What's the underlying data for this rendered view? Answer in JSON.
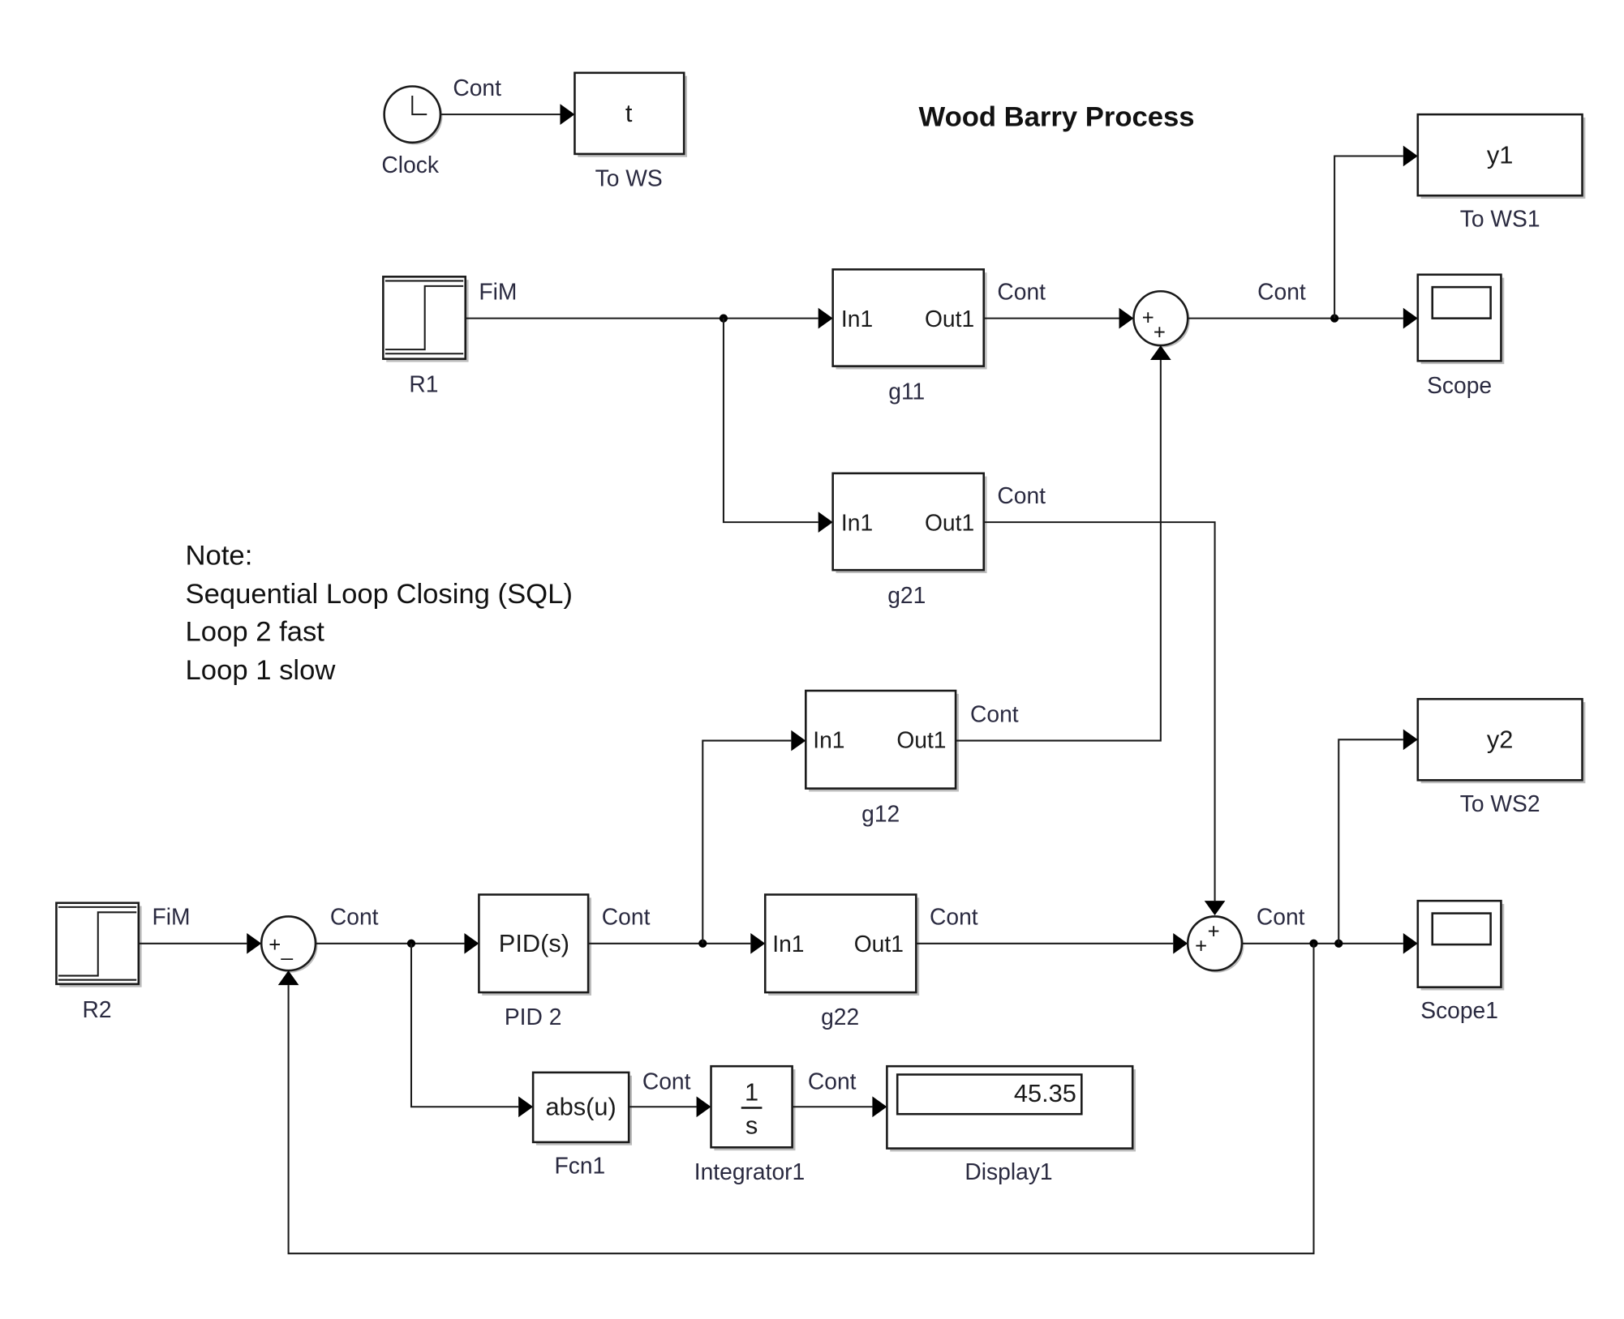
{
  "title": "Wood Barry Process",
  "note": {
    "lines": [
      "Note:",
      "Sequential Loop Closing (SQL)",
      "Loop 2 fast",
      "Loop 1 slow"
    ]
  },
  "blocks": {
    "clock": {
      "name": "Clock",
      "icon": "clock-icon"
    },
    "to_ws": {
      "name": "To  WS",
      "content": "t"
    },
    "r1": {
      "name": "R1",
      "icon": "step-icon"
    },
    "r2": {
      "name": "R2",
      "icon": "step-icon"
    },
    "g11": {
      "name": "g11",
      "in": "In1",
      "out": "Out1"
    },
    "g21": {
      "name": "g21",
      "in": "In1",
      "out": "Out1"
    },
    "g12": {
      "name": "g12",
      "in": "In1",
      "out": "Out1"
    },
    "g22": {
      "name": "g22",
      "in": "In1",
      "out": "Out1"
    },
    "sum1": {
      "signs": [
        "+",
        "+"
      ]
    },
    "sum2": {
      "signs": [
        "+",
        "+"
      ]
    },
    "sum0": {
      "signs": [
        "+",
        "_"
      ]
    },
    "to_ws1": {
      "name": "To  WS1",
      "content": "y1"
    },
    "to_ws2": {
      "name": "To  WS2",
      "content": "y2"
    },
    "scope": {
      "name": "Scope",
      "icon": "scope-icon"
    },
    "scope1": {
      "name": "Scope1",
      "icon": "scope-icon"
    },
    "pid2": {
      "name": "PID 2",
      "content": "PID(s)"
    },
    "fcn1": {
      "name": "Fcn1",
      "content": "abs(u)"
    },
    "integrator1": {
      "name": "Integrator1",
      "num": "1",
      "den": "s"
    },
    "display1": {
      "name": "Display1",
      "value": "45.35"
    }
  },
  "signals": {
    "clock_out": "Cont",
    "r1_out": "FiM",
    "r2_out": "FiM",
    "g11_out": "Cont",
    "g21_out": "Cont",
    "g12_out": "Cont",
    "g22_out": "Cont",
    "sum1_out": "Cont",
    "sum2_out": "Cont",
    "sum0_out": "Cont",
    "pid_out": "Cont",
    "fcn_out": "Cont",
    "int_out": "Cont"
  }
}
